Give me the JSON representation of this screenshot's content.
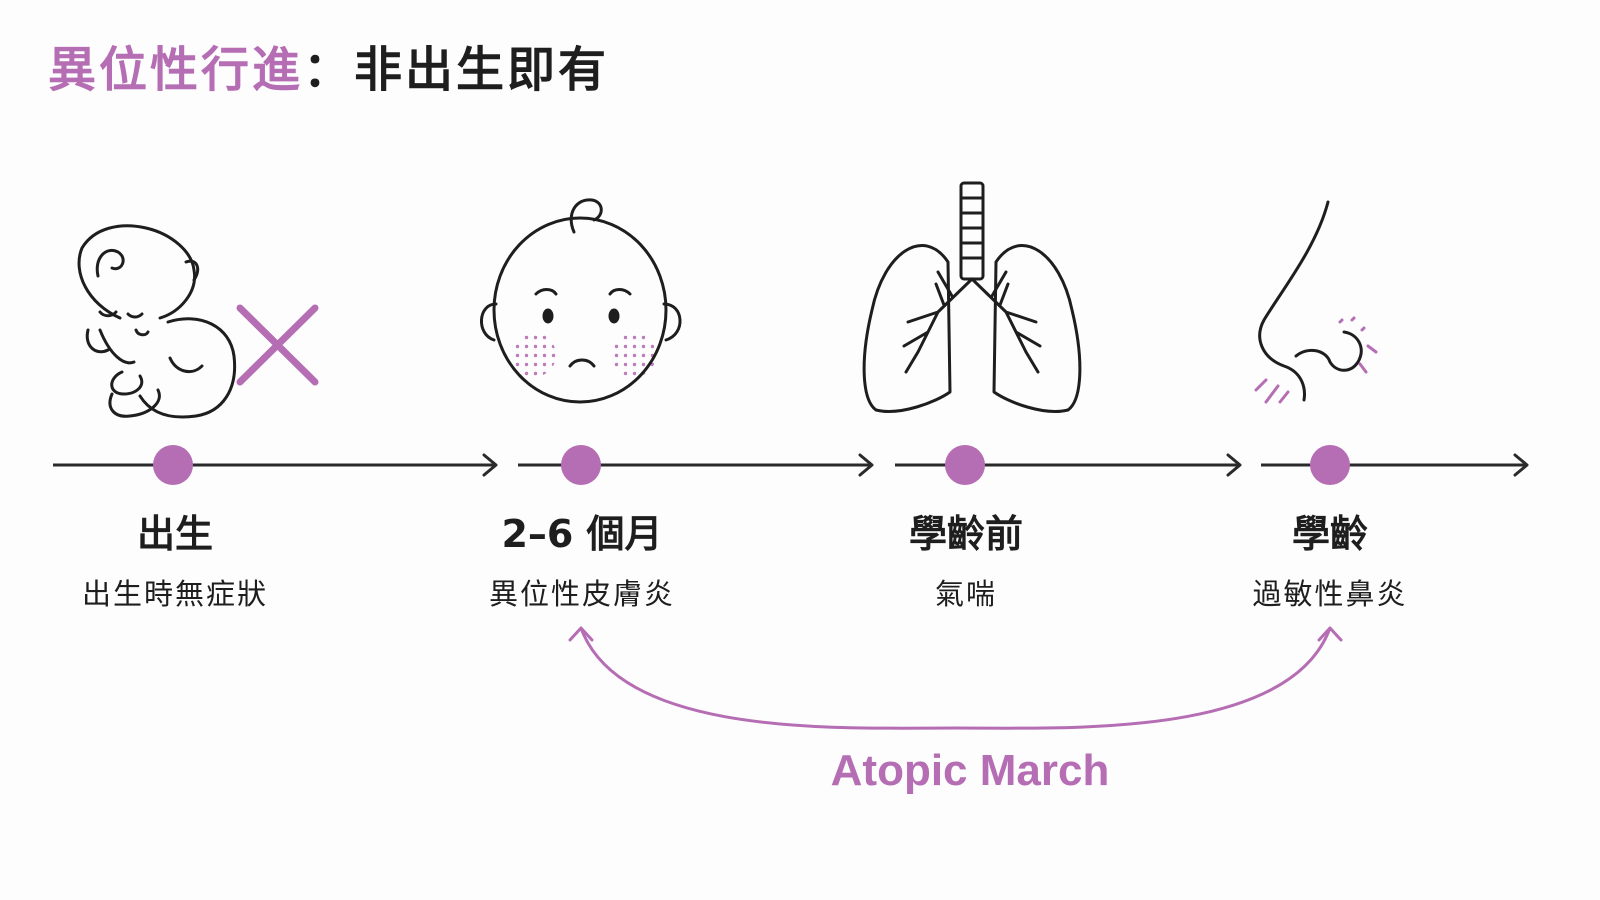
{
  "title": {
    "accent_text": "異位性行進",
    "rest_text": "：非出生即有"
  },
  "stages": [
    {
      "label": "出生",
      "description": "出生時無症狀",
      "icon": "sleeping-baby-icon",
      "marker": "cross-mark"
    },
    {
      "label": "2–6 個月",
      "description": "異位性皮膚炎",
      "icon": "baby-face-rash-icon"
    },
    {
      "label": "學齡前",
      "description": "氣喘",
      "icon": "lungs-icon"
    },
    {
      "label": "學齡",
      "description": "過敏性鼻炎",
      "icon": "nose-sneeze-icon"
    }
  ],
  "march": {
    "label": "Atopic March",
    "from_stage": 1,
    "to_stage": 3
  },
  "colors": {
    "accent": "#b56db4",
    "text": "#1e1e1e",
    "line": "#2a2a2a",
    "background": "#fdfdfd"
  }
}
